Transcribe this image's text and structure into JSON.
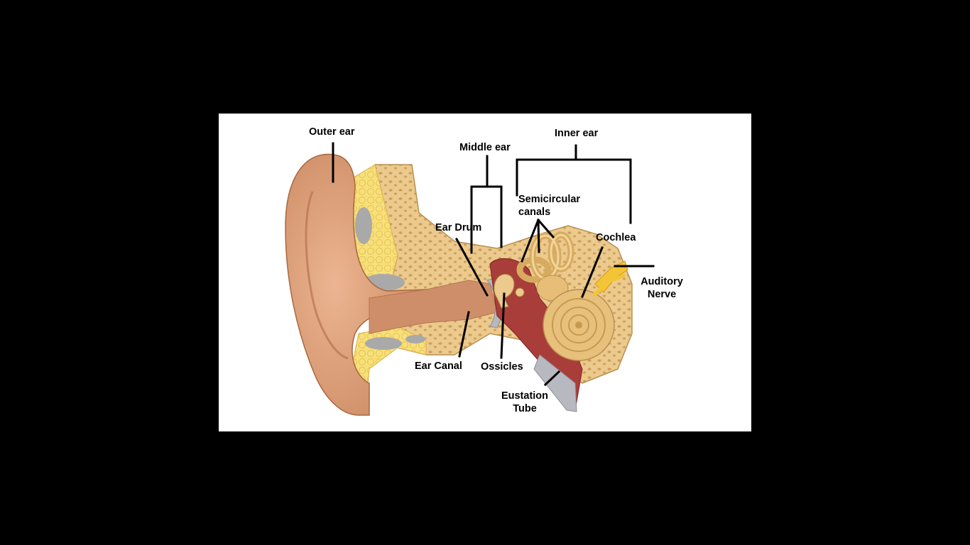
{
  "colors": {
    "background": "#000000",
    "panel": "#ffffff",
    "skin": "#dea07a",
    "skin_dark": "#c07e58",
    "bone": "#ecc98c",
    "bone_pore": "#c9a05c",
    "fat": "#f7e07c",
    "cavity": "#a93d3a",
    "cartilage": "#a9a9a9",
    "nerve": "#f3c536",
    "line": "#000000"
  },
  "labels": {
    "outer_ear": "Outer ear",
    "middle_ear": "Middle ear",
    "inner_ear": "Inner ear",
    "semicircular_line1": "Semicircular",
    "semicircular_line2": "canals",
    "ear_drum": "Ear Drum",
    "cochlea": "Cochlea",
    "auditory_line1": "Auditory",
    "auditory_line2": "Nerve",
    "ear_canal": "Ear Canal",
    "ossicles": "Ossicles",
    "eustation_line1": "Eustation",
    "eustation_line2": "Tube"
  }
}
